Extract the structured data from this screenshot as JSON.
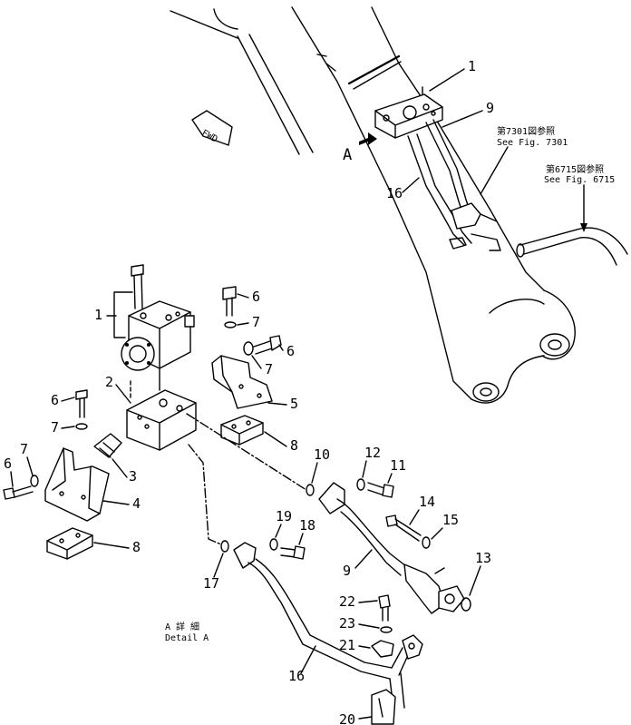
{
  "callouts": {
    "c1_top": "1",
    "c9_top": "9",
    "c16_top": "16",
    "c1": "1",
    "c2": "2",
    "c3": "3",
    "c4": "4",
    "c5": "5",
    "c6a": "6",
    "c6b": "6",
    "c6c": "6",
    "c7a": "7",
    "c7b": "7",
    "c7c": "7",
    "c8a": "8",
    "c8b": "8",
    "c9": "9",
    "c10": "10",
    "c11": "11",
    "c12": "12",
    "c13": "13",
    "c14": "14",
    "c15": "15",
    "c16": "16",
    "c17": "17",
    "c18": "18",
    "c19": "19",
    "c20": "20",
    "c21": "21",
    "c22": "22",
    "c23": "23"
  },
  "refs": {
    "ref1_jp": "第7301図参照",
    "ref1_en": "See Fig. 7301",
    "ref2_jp": "第6715図参照",
    "ref2_en": "See Fig. 6715"
  },
  "view": {
    "arrow_label": "A",
    "fwd": "FWD",
    "detail_jp": "A 詳 細",
    "detail_en": "Detail A"
  },
  "icons": {
    "view_arrow": "view-direction-arrow-icon",
    "fwd": "forward-direction-arrow-icon"
  }
}
